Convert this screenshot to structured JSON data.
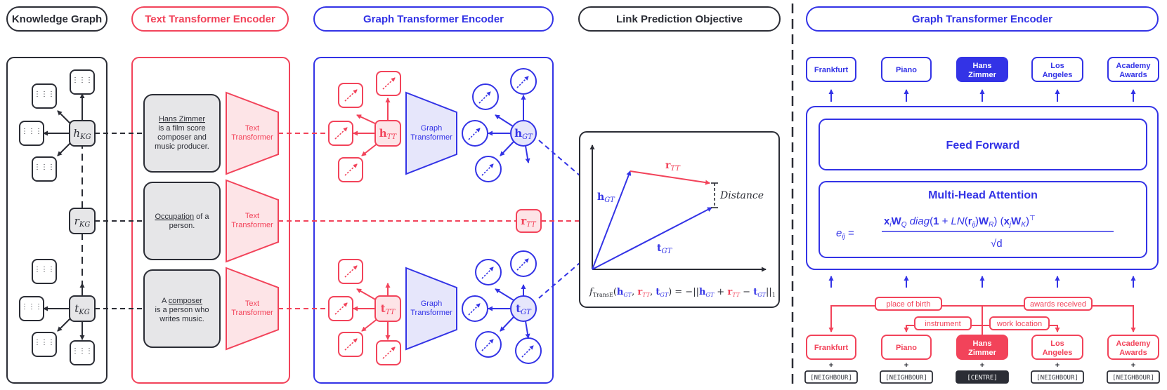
{
  "colors": {
    "black": "#2b2d35",
    "red": "#f2435a",
    "blue": "#3333e6",
    "red_fill": "#fde4e7",
    "blue_fill": "#e6e6fb",
    "grey_fill": "#e6e6e8"
  },
  "headers": {
    "kg": "Knowledge Graph",
    "tte": "Text Transformer Encoder",
    "gte": "Graph Transformer Encoder",
    "lpo": "Link Prediction Objective",
    "gte_right": "Graph Transformer Encoder"
  },
  "kg": {
    "h": "h",
    "h_sub": "KG",
    "r": "r",
    "r_sub": "KG",
    "t": "t",
    "t_sub": "KG"
  },
  "text_boxes": {
    "b1": {
      "line1": "Hans Zimmer",
      "line2": "is a film score",
      "line3": "composer and",
      "line4": "music producer."
    },
    "b2": {
      "line1_u": "Occupation",
      "line1_rest": " of a",
      "line2": "person."
    },
    "b3": {
      "line1_a": "A ",
      "line1_u": "composer",
      "line2": "is a person who",
      "line3": "writes music."
    }
  },
  "text_transformer": {
    "line1": "Text",
    "line2": "Transformer"
  },
  "graph_transformer": {
    "line1": "Graph",
    "line2": "Transformer"
  },
  "nodes": {
    "h_tt": "h",
    "tt_sub": "TT",
    "r_tt": "r",
    "t_tt": "t",
    "h_gt": "h",
    "gt_sub": "GT",
    "t_gt": "t"
  },
  "plot": {
    "h": "h",
    "gt": "GT",
    "r": "r",
    "tt": "TT",
    "t": "t",
    "distance": "Distance"
  },
  "formula_left": {
    "f": "f",
    "sub": "TransE",
    "open": "(",
    "h": "h",
    "c1": ", ",
    "r": "r",
    "c2": ", ",
    "t": "t",
    "eq": ") = −||",
    "plus": " + ",
    "minus": " − ",
    "end": "||",
    "one": "1"
  },
  "right": {
    "outputs": [
      "Frankfurt",
      "Piano",
      "Hans Zimmer",
      "Los Angeles",
      "Academy Awards"
    ],
    "inputs": [
      "Frankfurt",
      "Piano",
      "Hans Zimmer",
      "Los Angeles",
      "Academy Awards"
    ],
    "feed_forward": "Feed Forward",
    "mha": "Multi-Head Attention",
    "attn": {
      "lhs": "e",
      "lhs_sub": "ij",
      "eq": " = ",
      "num": "x",
      "den": "√d"
    },
    "relations": [
      "place of birth",
      "awards received",
      "instrument",
      "work location"
    ],
    "plus": "+",
    "tags": [
      "[NEIGHBOUR]",
      "[NEIGHBOUR]",
      "[CENTRE]",
      "[NEIGHBOUR]",
      "[NEIGHBOUR]"
    ]
  }
}
